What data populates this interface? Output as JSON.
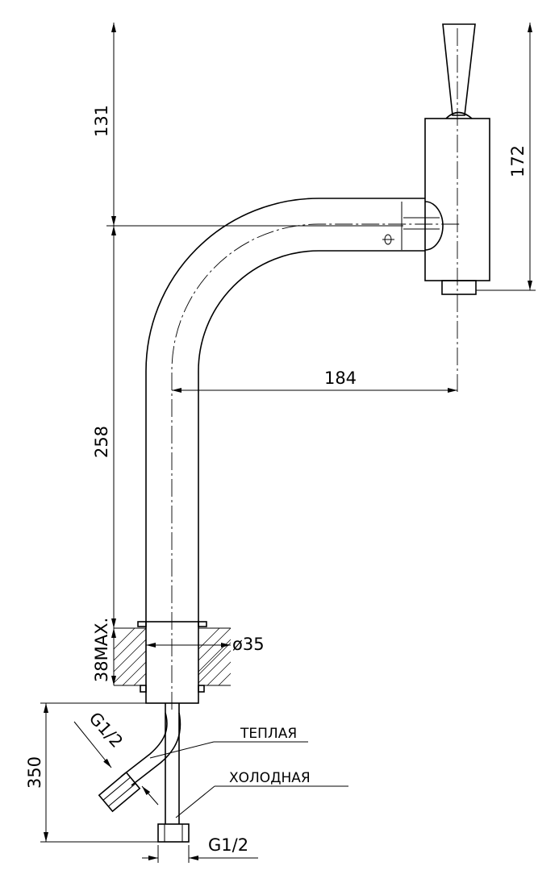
{
  "dimensions": {
    "top_height": "131",
    "lever_height": "172",
    "reach": "184",
    "body_height": "258",
    "mount_thickness": "38MAX.",
    "bore_diameter": "ø35",
    "hose_length": "350",
    "thread_angled": "G1/2",
    "thread_straight": "G1/2"
  },
  "callouts": {
    "warm": "ТЕПЛАЯ",
    "cold": "ХОЛОДНАЯ"
  }
}
